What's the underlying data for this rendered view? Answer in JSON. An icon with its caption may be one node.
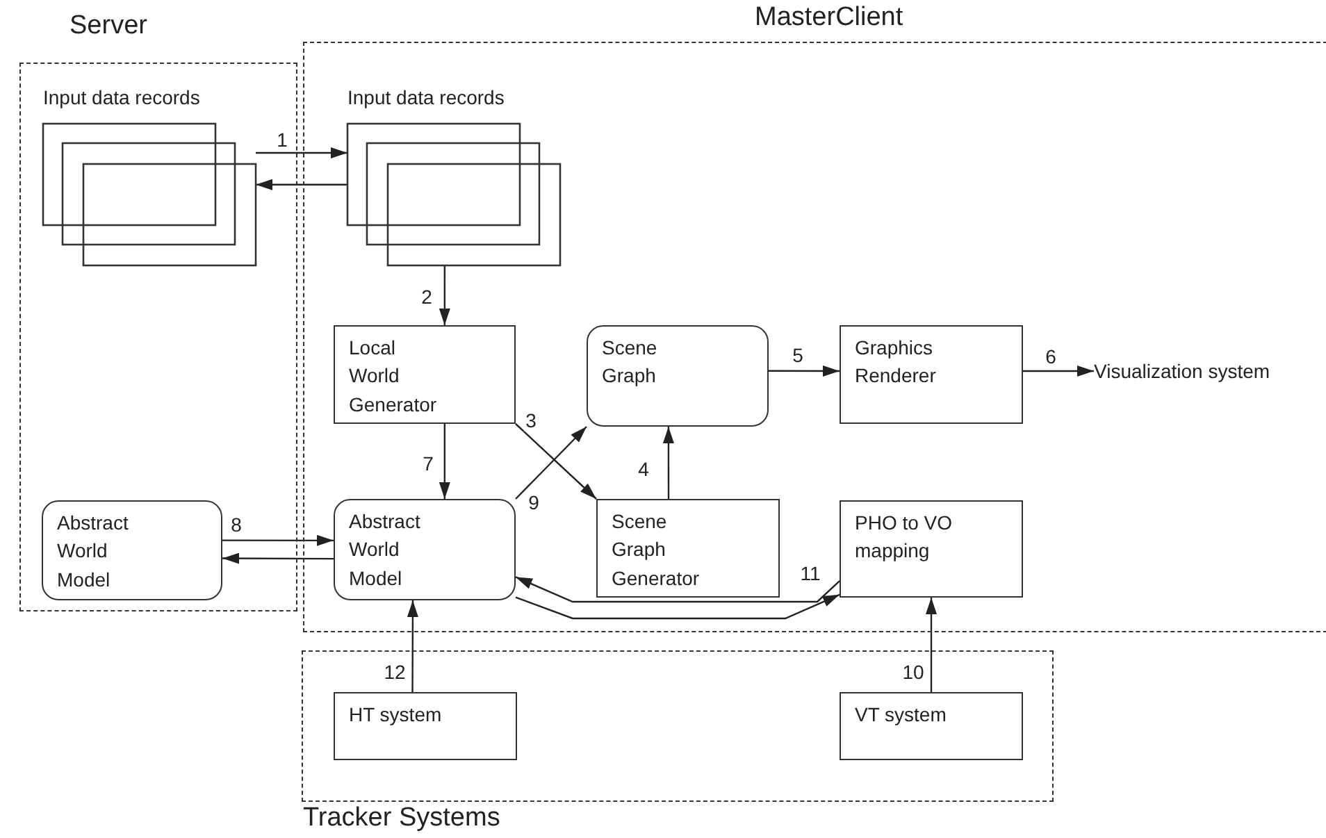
{
  "diagram": {
    "nodes": [
      {
        "text": [
          "Server"
        ]
      },
      {
        "text": [
          "Input data records"
        ],
        "in": 0
      },
      {
        "text": [
          "MasterClient"
        ]
      },
      {
        "text": [
          "Input data records"
        ],
        "in": 2
      },
      {
        "text": [
          "Local World Generator"
        ],
        "in": 2
      },
      {
        "text": [
          "Scene Graph"
        ],
        "in": 2
      },
      {
        "text": [
          "Graphics Renderer"
        ],
        "in": 2
      },
      {
        "text": [
          "Visualization system"
        ],
        "in": 2
      },
      {
        "text": [
          "Abstract World Model"
        ],
        "in": 0
      },
      {
        "text": [
          "Abstract World Model"
        ],
        "in": 2
      },
      {
        "text": [
          "Scene Graph Generator"
        ],
        "in": 2
      },
      {
        "text": [
          "PHO to VO mapping"
        ],
        "in": 2
      },
      {
        "text": [
          "Tracker Systems"
        ]
      },
      {
        "text": [
          "HT system"
        ],
        "in": 12
      },
      {
        "text": [
          "VT system"
        ],
        "in": 12
      }
    ],
    "edges": [
      {
        "from": 1,
        "to": 3,
        "arrow": "to",
        "label": "1"
      },
      {
        "from": 3,
        "to": 1,
        "arrow": "to"
      },
      {
        "from": 3,
        "to": 4,
        "arrow": "to",
        "label": "2"
      },
      {
        "from": 4,
        "to": 10,
        "arrow": "to",
        "label": "3"
      },
      {
        "from": 10,
        "to": 5,
        "arrow": "to",
        "label": "4"
      },
      {
        "from": 5,
        "to": 6,
        "arrow": "to",
        "label": "5"
      },
      {
        "from": 6,
        "to": 7,
        "arrow": "to",
        "label": "6"
      },
      {
        "from": 4,
        "to": 9,
        "arrow": "to",
        "label": "7"
      },
      {
        "from": 8,
        "to": 9,
        "arrow": "to",
        "label": "8"
      },
      {
        "from": 9,
        "to": 8,
        "arrow": "to"
      },
      {
        "from": 9,
        "to": 5,
        "arrow": "to",
        "label": "9"
      },
      {
        "from": 14,
        "to": 11,
        "arrow": "to",
        "label": "10"
      },
      {
        "from": 11,
        "to": 9,
        "arrow": "to",
        "label": "11"
      },
      {
        "from": 9,
        "to": 11,
        "arrow": "to"
      },
      {
        "from": 13,
        "to": 9,
        "arrow": "to",
        "label": "12"
      }
    ]
  }
}
